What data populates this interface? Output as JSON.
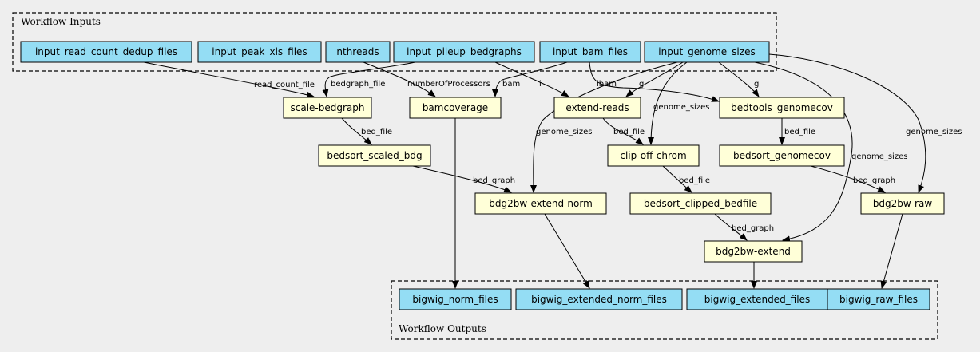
{
  "colors": {
    "io_node": "#94ddf4",
    "step_node": "#ffffd8",
    "background": "#eeeeee"
  },
  "clusters": {
    "inputs": {
      "label": "Workflow Inputs"
    },
    "outputs": {
      "label": "Workflow Outputs"
    }
  },
  "inputs": [
    {
      "id": "input_read_count_dedup_files",
      "label": "input_read_count_dedup_files"
    },
    {
      "id": "input_peak_xls_files",
      "label": "input_peak_xls_files"
    },
    {
      "id": "nthreads",
      "label": "nthreads"
    },
    {
      "id": "input_pileup_bedgraphs",
      "label": "input_pileup_bedgraphs"
    },
    {
      "id": "input_bam_files",
      "label": "input_bam_files"
    },
    {
      "id": "input_genome_sizes",
      "label": "input_genome_sizes"
    }
  ],
  "steps": [
    {
      "id": "scale_bedgraph",
      "label": "scale-bedgraph"
    },
    {
      "id": "bamcoverage",
      "label": "bamcoverage"
    },
    {
      "id": "extend_reads",
      "label": "extend-reads"
    },
    {
      "id": "bedtools_genomecov",
      "label": "bedtools_genomecov"
    },
    {
      "id": "bedsort_scaled_bdg",
      "label": "bedsort_scaled_bdg"
    },
    {
      "id": "clip_off_chrom",
      "label": "clip-off-chrom"
    },
    {
      "id": "bedsort_genomecov",
      "label": "bedsort_genomecov"
    },
    {
      "id": "bdg2bw_extend_norm",
      "label": "bdg2bw-extend-norm"
    },
    {
      "id": "bedsort_clipped_bedfile",
      "label": "bedsort_clipped_bedfile"
    },
    {
      "id": "bdg2bw_raw",
      "label": "bdg2bw-raw"
    },
    {
      "id": "bdg2bw_extend",
      "label": "bdg2bw-extend"
    }
  ],
  "outputs": [
    {
      "id": "bigwig_norm_files",
      "label": "bigwig_norm_files"
    },
    {
      "id": "bigwig_extended_norm_files",
      "label": "bigwig_extended_norm_files"
    },
    {
      "id": "bigwig_extended_files",
      "label": "bigwig_extended_files"
    },
    {
      "id": "bigwig_raw_files",
      "label": "bigwig_raw_files"
    }
  ],
  "edges": [
    {
      "from": "input_read_count_dedup_files",
      "to": "scale_bedgraph",
      "label": "read_count_file"
    },
    {
      "from": "input_pileup_bedgraphs",
      "to": "scale_bedgraph",
      "label": "bedgraph_file"
    },
    {
      "from": "nthreads",
      "to": "bamcoverage",
      "label": "numberOfProcessors"
    },
    {
      "from": "input_bam_files",
      "to": "bamcoverage",
      "label": "bam"
    },
    {
      "from": "input_pileup_bedgraphs",
      "to": "extend_reads",
      "label": "i"
    },
    {
      "from": "input_genome_sizes",
      "to": "extend_reads",
      "label": "g"
    },
    {
      "from": "input_bam_files",
      "to": "bedtools_genomecov",
      "label": "ibam"
    },
    {
      "from": "input_genome_sizes",
      "to": "bedtools_genomecov",
      "label": "g"
    },
    {
      "from": "input_genome_sizes",
      "to": "clip_off_chrom",
      "label": "genome_sizes"
    },
    {
      "from": "input_genome_sizes",
      "to": "bdg2bw_extend_norm",
      "label": "genome_sizes"
    },
    {
      "from": "input_genome_sizes",
      "to": "bdg2bw_extend",
      "label": "genome_sizes"
    },
    {
      "from": "input_genome_sizes",
      "to": "bdg2bw_raw",
      "label": "genome_sizes"
    },
    {
      "from": "scale_bedgraph",
      "to": "bedsort_scaled_bdg",
      "label": "bed_file"
    },
    {
      "from": "extend_reads",
      "to": "clip_off_chrom",
      "label": "bed_file"
    },
    {
      "from": "bedtools_genomecov",
      "to": "bedsort_genomecov",
      "label": "bed_file"
    },
    {
      "from": "bedsort_scaled_bdg",
      "to": "bdg2bw_extend_norm",
      "label": "bed_graph"
    },
    {
      "from": "clip_off_chrom",
      "to": "bedsort_clipped_bedfile",
      "label": "bed_file"
    },
    {
      "from": "bedsort_genomecov",
      "to": "bdg2bw_raw",
      "label": "bed_graph"
    },
    {
      "from": "bedsort_clipped_bedfile",
      "to": "bdg2bw_extend",
      "label": "bed_graph"
    },
    {
      "from": "bamcoverage",
      "to": "bigwig_norm_files",
      "label": ""
    },
    {
      "from": "bdg2bw_extend_norm",
      "to": "bigwig_extended_norm_files",
      "label": ""
    },
    {
      "from": "bdg2bw_extend",
      "to": "bigwig_extended_files",
      "label": ""
    },
    {
      "from": "bdg2bw_raw",
      "to": "bigwig_raw_files",
      "label": ""
    }
  ]
}
